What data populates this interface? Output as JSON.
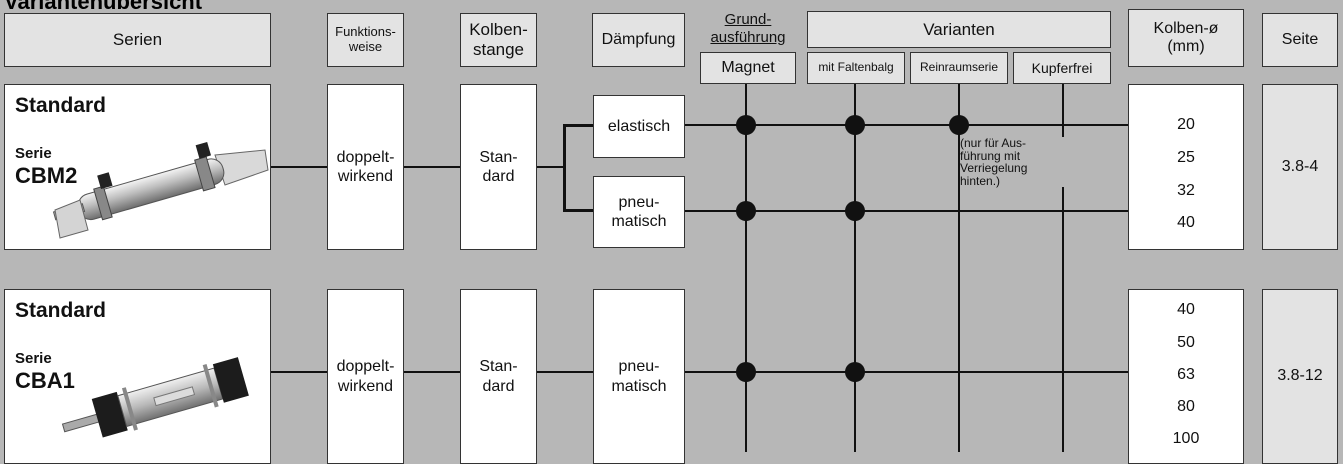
{
  "page_title": "Variantenübersicht",
  "headers": {
    "serien": "Serien",
    "funktionsweise": "Funktions-\nweise",
    "kolbenstange": "Kolben-\nstange",
    "daempfung": "Dämpfung",
    "grundausfuehrung": "Grund-\nausführung",
    "magnet": "Magnet",
    "varianten": "Varianten",
    "faltenbalg": "mit Faltenbalg",
    "reinraum": "Reinraumserie",
    "kupferfrei": "Kupferfrei",
    "kolbendurchmesser": "Kolben-ø\n(mm)",
    "seite": "Seite"
  },
  "rows": [
    {
      "product_line1": "Standard",
      "product_serie_prefix": "Serie",
      "product_serie_name": "CBM2",
      "funktionsweise": "doppelt-\nwirkend",
      "kolbenstange": "Stan-\ndard",
      "daempfung": [
        "elastisch",
        "pneu-\nmatisch"
      ],
      "diameters": [
        "20",
        "25",
        "32",
        "40"
      ],
      "seite": "3.8-4",
      "note": "(nur für Aus-\nführung mit\nVerriegelung\nhinten.)"
    },
    {
      "product_line1": "Standard",
      "product_serie_prefix": "Serie",
      "product_serie_name": "CBA1",
      "funktionsweise": "doppelt-\nwirkend",
      "kolbenstange": "Stan-\ndard",
      "daempfung": [
        "pneu-\nmatisch"
      ],
      "diameters": [
        "40",
        "50",
        "63",
        "80",
        "100"
      ],
      "seite": "3.8-12"
    }
  ]
}
